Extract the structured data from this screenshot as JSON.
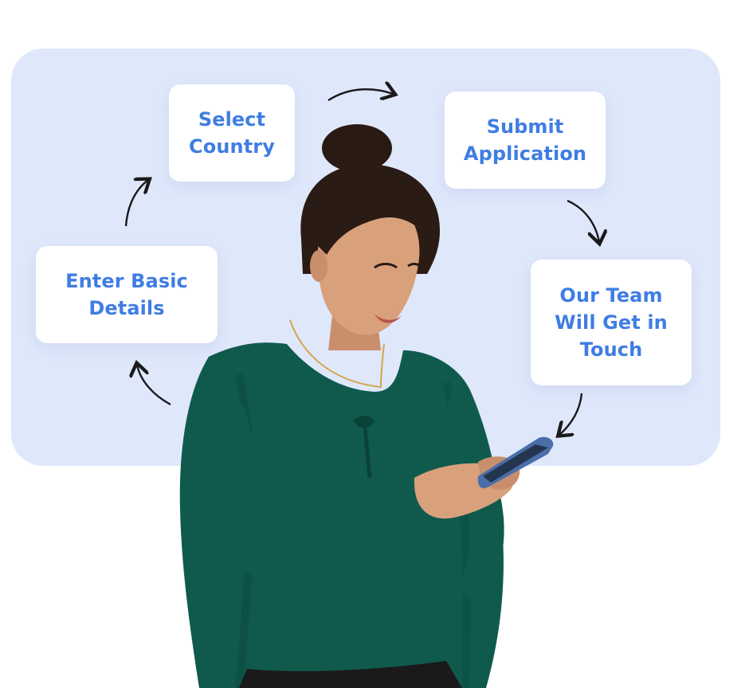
{
  "steps": [
    {
      "label_line1": "Select",
      "label_line2": "Country"
    },
    {
      "label_line1": "Submit",
      "label_line2": "Application"
    },
    {
      "label_line1": "Our Team",
      "label_line2": "Will Get in",
      "label_line3": "Touch"
    },
    {
      "label_line1": "Enter Basic",
      "label_line2": "Details"
    }
  ],
  "colors": {
    "panel_background": "#dfe7fb",
    "step_text": "#3f7de3",
    "card_background": "#ffffff",
    "arrow": "#1a1a1a",
    "blouse": "#0f5a4d"
  },
  "illustration": {
    "icon": "woman-using-phone-illustration"
  }
}
